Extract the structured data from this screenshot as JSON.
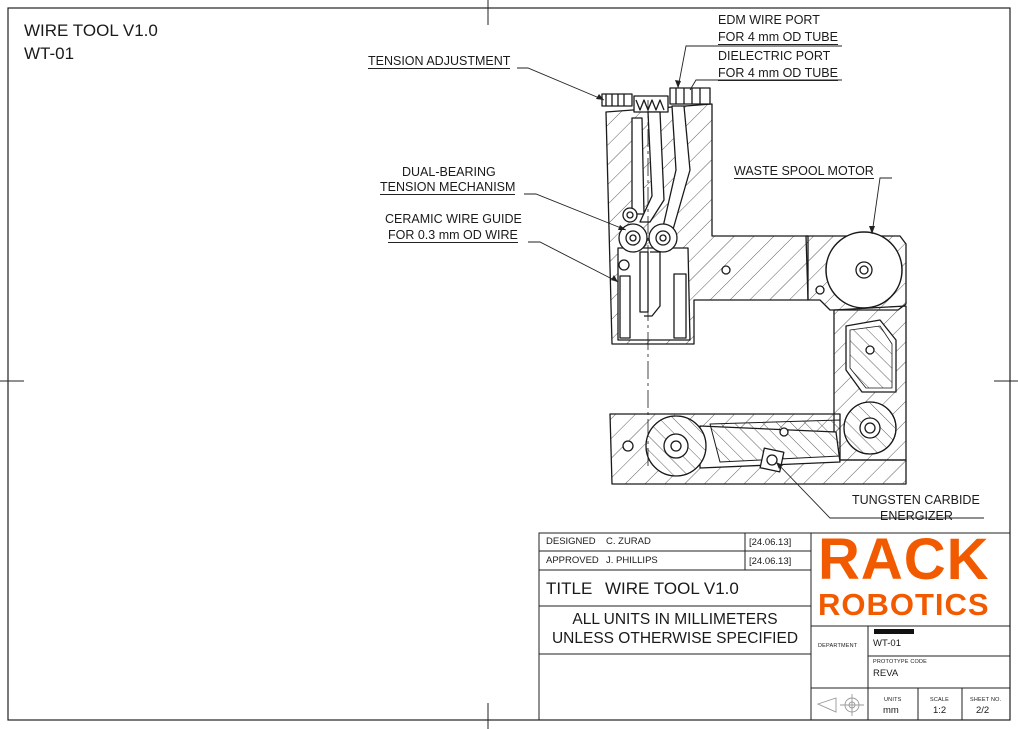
{
  "header": {
    "title": "WIRE TOOL V1.0",
    "part_number": "WT-01"
  },
  "callouts": {
    "edm_port": [
      "EDM WIRE PORT",
      "FOR 4 mm OD TUBE"
    ],
    "dielectric_port": [
      "DIELECTRIC PORT",
      "FOR 4 mm OD TUBE"
    ],
    "tension_adjustment": "TENSION ADJUSTMENT",
    "dual_bearing": [
      "DUAL-BEARING",
      "TENSION MECHANISM"
    ],
    "ceramic_guide": [
      "CERAMIC WIRE GUIDE",
      "FOR 0.3 mm OD WIRE"
    ],
    "waste_spool": "WASTE SPOOL MOTOR",
    "energizer": [
      "TUNGSTEN CARBIDE",
      "ENERGIZER"
    ]
  },
  "title_block": {
    "designed_label": "DESIGNED",
    "designed_by": "C. ZURAD",
    "designed_date": "[24.06.13]",
    "approved_label": "APPROVED",
    "approved_by": "J. PHILLIPS",
    "approved_date": "[24.06.13]",
    "title_label": "TITLE",
    "title_value": "WIRE TOOL V1.0",
    "units_note": [
      "ALL UNITS IN MILLIMETERS",
      "UNLESS OTHERWISE SPECIFIED"
    ],
    "logo": [
      "RACK",
      "ROBOTICS"
    ],
    "department_label": "DEPARTMENT",
    "part_number": "WT-01",
    "prototype_code_label": "PROTOTYPE CODE",
    "prototype_code": "REVA",
    "units_label": "UNITS",
    "units_value": "mm",
    "scale_label": "SCALE",
    "scale_value": "1:2",
    "sheet_label": "SHEET NO.",
    "sheet_value": "2/2"
  },
  "colors": {
    "logo": "#f25a00",
    "line": "#1a1a1a"
  }
}
